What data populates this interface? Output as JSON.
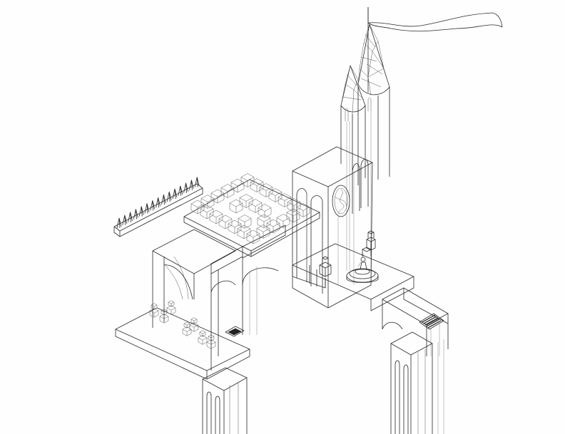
{
  "scene": {
    "style": "isometric line-art game level",
    "line_color": "#2a2a2a",
    "background_color": "#fefefe"
  },
  "elements": {
    "flag": "flag",
    "spires": [
      "spire-left",
      "spire-right"
    ],
    "tower": "bell-tower",
    "rose_window": "rose-window",
    "maze_platform": "cube-grid-platform",
    "spike_rail": "spike-rail",
    "goal": "goal-pedestal",
    "character": "ida-character",
    "crank_handle": "rotating-handle",
    "pillars": [
      "pillar-left",
      "pillar-right"
    ]
  }
}
